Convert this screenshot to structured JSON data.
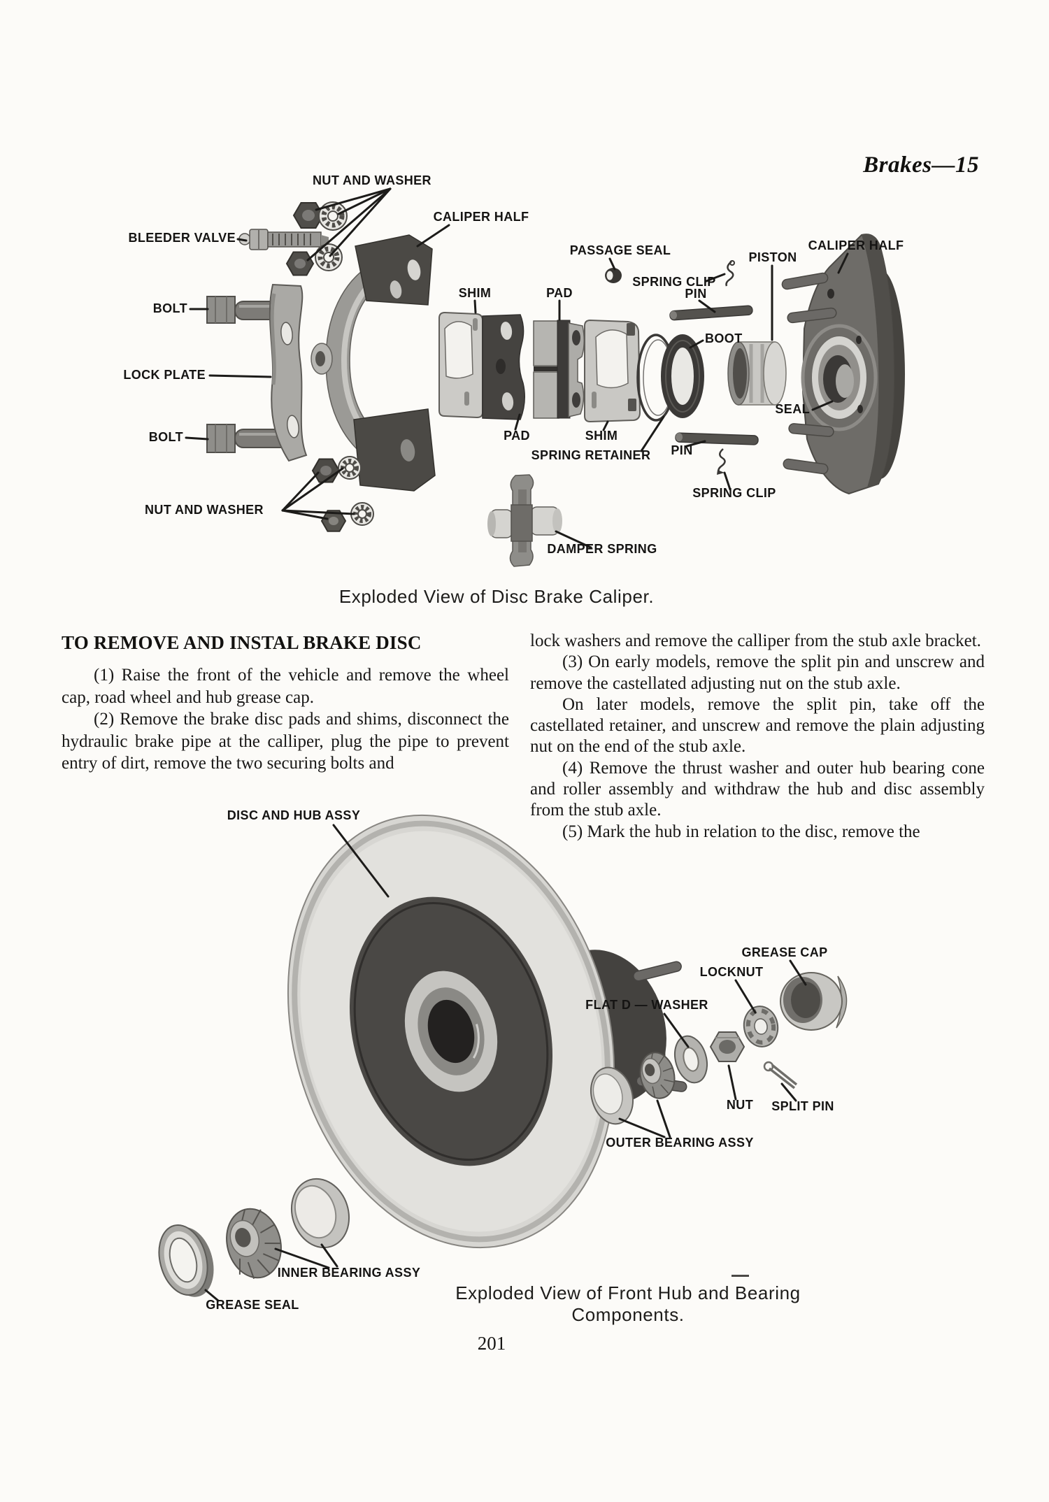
{
  "page": {
    "running_head": "Brakes—15",
    "number": "201"
  },
  "fig1": {
    "caption": "Exploded View of Disc Brake Caliper.",
    "labels": {
      "nut_and_washer_top": "NUT AND WASHER",
      "caliper_half_left": "CALIPER HALF",
      "bleeder_valve": "BLEEDER VALVE",
      "passage_seal": "PASSAGE SEAL",
      "spring_clip_top": "SPRING CLIP",
      "piston": "PISTON",
      "caliper_half_right": "CALIPER HALF",
      "pin_top": "PIN",
      "bolt_top": "BOLT",
      "shim_top": "SHIM",
      "pad_top": "PAD",
      "boot": "BOOT",
      "lock_plate": "LOCK PLATE",
      "seal": "SEAL",
      "bolt_bottom": "BOLT",
      "pad_bottom": "PAD",
      "shim_bottom": "SHIM",
      "spring_retainer": "SPRING RETAINER",
      "pin_bottom": "PIN",
      "spring_clip_bottom": "SPRING CLIP",
      "nut_and_washer_bottom": "NUT AND WASHER",
      "damper_spring": "DAMPER SPRING"
    }
  },
  "article": {
    "heading": "TO REMOVE AND INSTAL BRAKE DISC",
    "left_column": [
      "(1) Raise the front of the vehicle and remove the wheel cap, road wheel and hub grease cap.",
      "(2) Remove the brake disc pads and shims, disconnect the hydraulic brake pipe at the calliper, plug the pipe to prevent entry of dirt, remove the two securing bolts and"
    ],
    "right_column": [
      "lock washers and remove the calliper from the stub axle bracket.",
      "(3) On early models, remove the split pin and unscrew and remove the castellated adjusting nut on the stub axle.",
      "On later models, remove the split pin, take off the castellated retainer, and unscrew and remove the plain adjusting nut on the end of the stub axle.",
      "(4) Remove the thrust washer and outer hub bearing cone and roller assembly and withdraw the hub and disc assembly from the stub axle.",
      "(5) Mark the hub in relation to the disc, remove the"
    ]
  },
  "fig2": {
    "caption_line1": "Exploded View of Front Hub and Bearing",
    "caption_line2": "Components.",
    "labels": {
      "disc_and_hub_assy": "DISC AND HUB ASSY",
      "grease_cap": "GREASE CAP",
      "locknut": "LOCKNUT",
      "flat_d_washer": "FLAT D — WASHER",
      "nut": "NUT",
      "split_pin": "SPLIT PIN",
      "outer_bearing_assy": "OUTER BEARING ASSY",
      "inner_bearing_assy": "INNER BEARING ASSY",
      "grease_seal": "GREASE SEAL"
    }
  }
}
